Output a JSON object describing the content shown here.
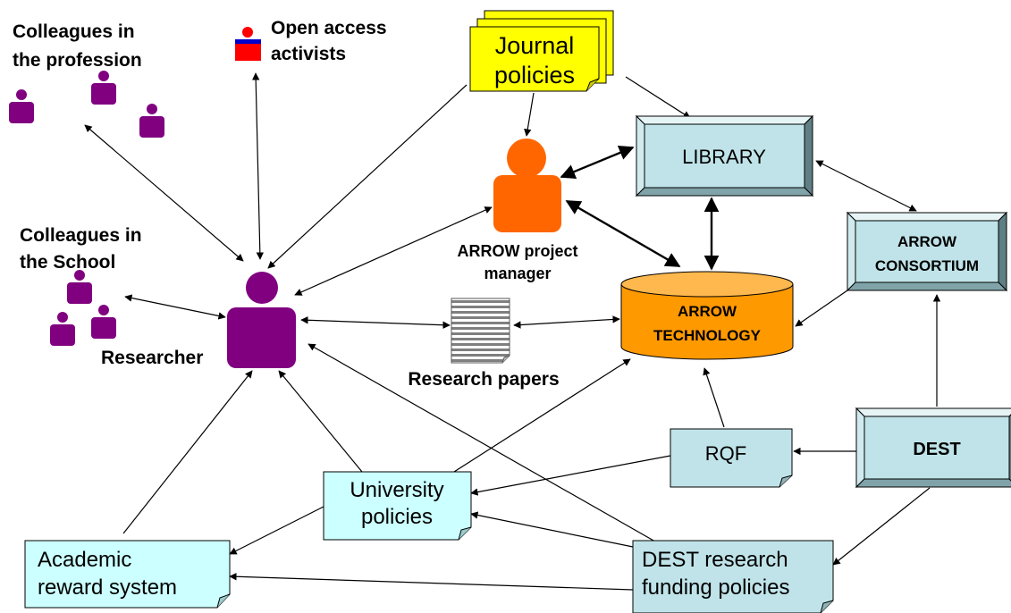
{
  "labels": {
    "colleagues_profession_1": "Colleagues in",
    "colleagues_profession_2": "the profession",
    "open_access_1": "Open access",
    "open_access_2": "activists",
    "colleagues_school_1": "Colleagues in",
    "colleagues_school_2": "the School",
    "researcher": "Researcher",
    "journal_policies_1": "Journal",
    "journal_policies_2": "policies",
    "arrow_manager_1": "ARROW project",
    "arrow_manager_2": "manager",
    "library": "LIBRARY",
    "arrow_consortium_1": "ARROW",
    "arrow_consortium_2": "CONSORTIUM",
    "arrow_technology_1": "ARROW",
    "arrow_technology_2": "TECHNOLOGY",
    "research_papers": "Research papers",
    "rqf": "RQF",
    "dest": "DEST",
    "university_policies_1": "University",
    "university_policies_2": "policies",
    "academic_reward_1": "Academic",
    "academic_reward_2": "reward system",
    "dest_funding_1": "DEST research",
    "dest_funding_2": "funding policies"
  },
  "colors": {
    "person_purple": "#800080",
    "manager_orange": "#ff6600",
    "activist_red": "#ff0000",
    "journal_yellow": "#ffff00",
    "box_blue": "#bfe3e8",
    "note_cyan": "#ccffff",
    "cylinder_orange": "#ff9900"
  }
}
